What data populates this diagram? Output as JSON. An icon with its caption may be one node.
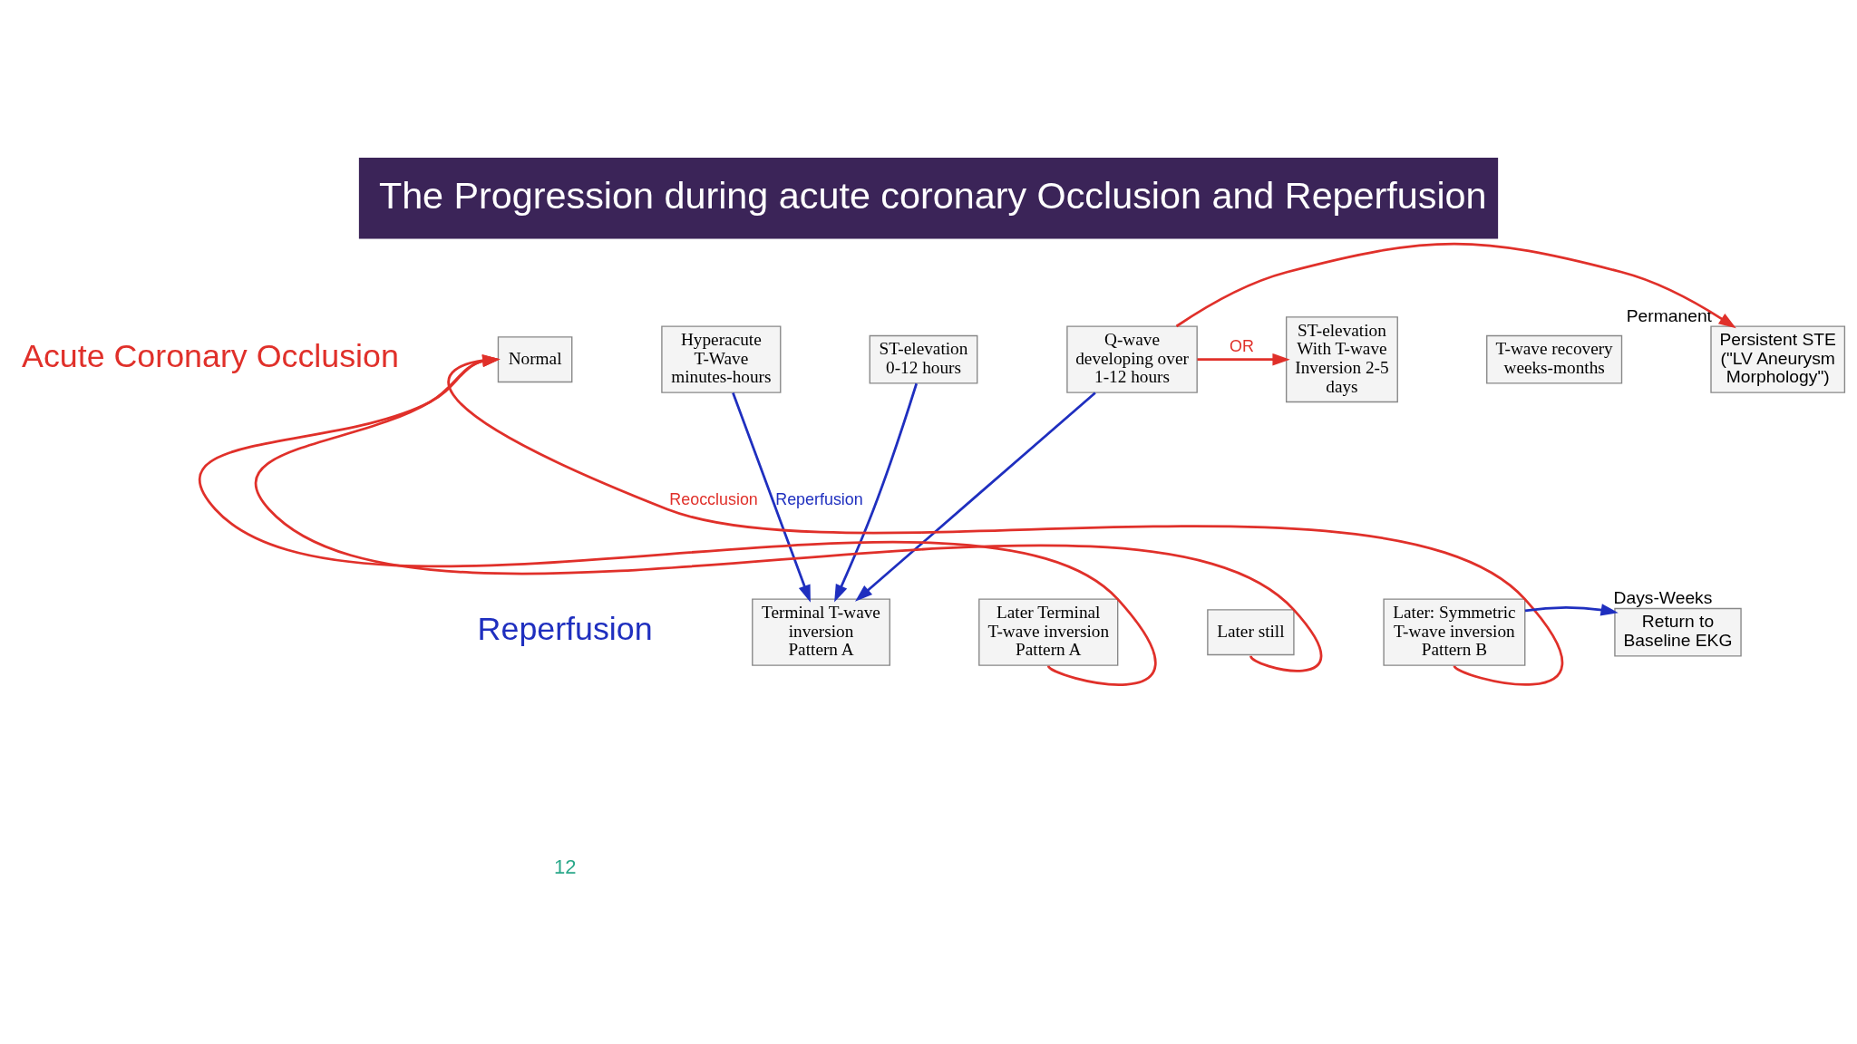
{
  "diagram": {
    "title": "The Progression during acute coronary Occlusion and Reperfusion",
    "nodes": [
      {
        "text": [
          "Normal"
        ]
      },
      {
        "text": [
          "Hyperacute T-Wave minutes-hours"
        ]
      },
      {
        "text": [
          "ST-elevation 0-12 hours"
        ]
      },
      {
        "text": [
          "Q-wave developing over 1-12 hours"
        ]
      },
      {
        "text": [
          "ST-elevation With T-wave Inversion 2-5 days"
        ]
      },
      {
        "text": [
          "T-wave recovery weeks-months"
        ]
      },
      {
        "text": [
          "Persistent STE (\"LV Aneurysm Morphology\")"
        ],
        "beside": [
          "Permanent"
        ]
      },
      {
        "text": [
          "Terminal T-wave inversion",
          "Pattern A"
        ]
      },
      {
        "text": [
          "Later Terminal T-wave inversion",
          "Pattern A"
        ]
      },
      {
        "text": [
          "Later still"
        ]
      },
      {
        "text": [
          "Later: Symmetric T-wave inversion",
          "Pattern B"
        ]
      },
      {
        "text": [
          "Return to Baseline EKG"
        ],
        "beside": [
          "Days-Weeks"
        ]
      }
    ],
    "edges": [
      {
        "from": 1,
        "to": 7,
        "arrow": "to",
        "label": "Reperfusion",
        "color": "#1f2fbf"
      },
      {
        "from": 2,
        "to": 7,
        "arrow": "to",
        "color": "#1f2fbf"
      },
      {
        "from": 3,
        "to": 7,
        "arrow": "to",
        "color": "#1f2fbf"
      },
      {
        "from": 3,
        "to": 4,
        "arrow": "to",
        "label": "OR"
      },
      {
        "from": 3,
        "to": 6,
        "arrow": "to"
      },
      {
        "from": 10,
        "to": 11,
        "arrow": "to",
        "color": "#1f2fbf"
      },
      {
        "from": 10,
        "to": 0,
        "arrow": "to",
        "label": "Reocclusion"
      },
      {
        "from": 8,
        "to": 0,
        "arrow": "to"
      },
      {
        "from": 9,
        "to": 0,
        "arrow": "to"
      }
    ],
    "labels": [
      "Acute Coronary Occlusion",
      "Reperfusion",
      "12"
    ]
  }
}
